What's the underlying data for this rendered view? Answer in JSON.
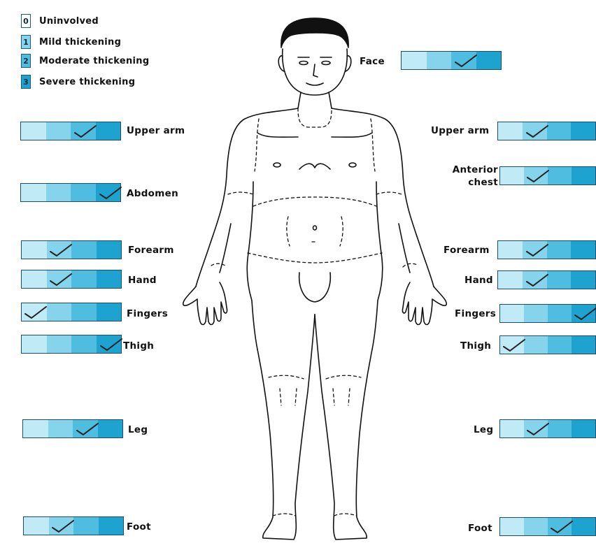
{
  "colors": {
    "seg": [
      "#bfeaf6",
      "#86d4ec",
      "#4fbde0",
      "#1ea3d0"
    ],
    "border": "#1a4f66"
  },
  "legend": [
    {
      "code": "0",
      "text": "Uninvolved"
    },
    {
      "code": "1",
      "text": "Mild thickening"
    },
    {
      "code": "2",
      "text": "Moderate thickening"
    },
    {
      "code": "3",
      "text": "Severe thickening"
    }
  ],
  "left": [
    {
      "id": "upper-arm",
      "label": "Upper arm",
      "score": 2
    },
    {
      "id": "abdomen",
      "label": "Abdomen",
      "score": 3
    },
    {
      "id": "forearm",
      "label": "Forearm",
      "score": 1
    },
    {
      "id": "hand",
      "label": "Hand",
      "score": 1
    },
    {
      "id": "fingers",
      "label": "Fingers",
      "score": 0
    },
    {
      "id": "thigh",
      "label": "Thigh",
      "score": 3
    },
    {
      "id": "leg",
      "label": "Leg",
      "score": 2
    },
    {
      "id": "foot",
      "label": "Foot",
      "score": 1
    }
  ],
  "right": [
    {
      "id": "face",
      "label": "Face",
      "score": 2
    },
    {
      "id": "upper-arm",
      "label": "Upper arm",
      "score": 1
    },
    {
      "id": "anterior-chest",
      "label": "Anterior chest",
      "score": 1
    },
    {
      "id": "forearm",
      "label": "Forearm",
      "score": 1
    },
    {
      "id": "hand",
      "label": "Hand",
      "score": 1
    },
    {
      "id": "fingers",
      "label": "Fingers",
      "score": 3
    },
    {
      "id": "thigh",
      "label": "Thigh",
      "score": 0
    },
    {
      "id": "leg",
      "label": "Leg",
      "score": 1
    },
    {
      "id": "foot",
      "label": "Foot",
      "score": 2
    }
  ]
}
